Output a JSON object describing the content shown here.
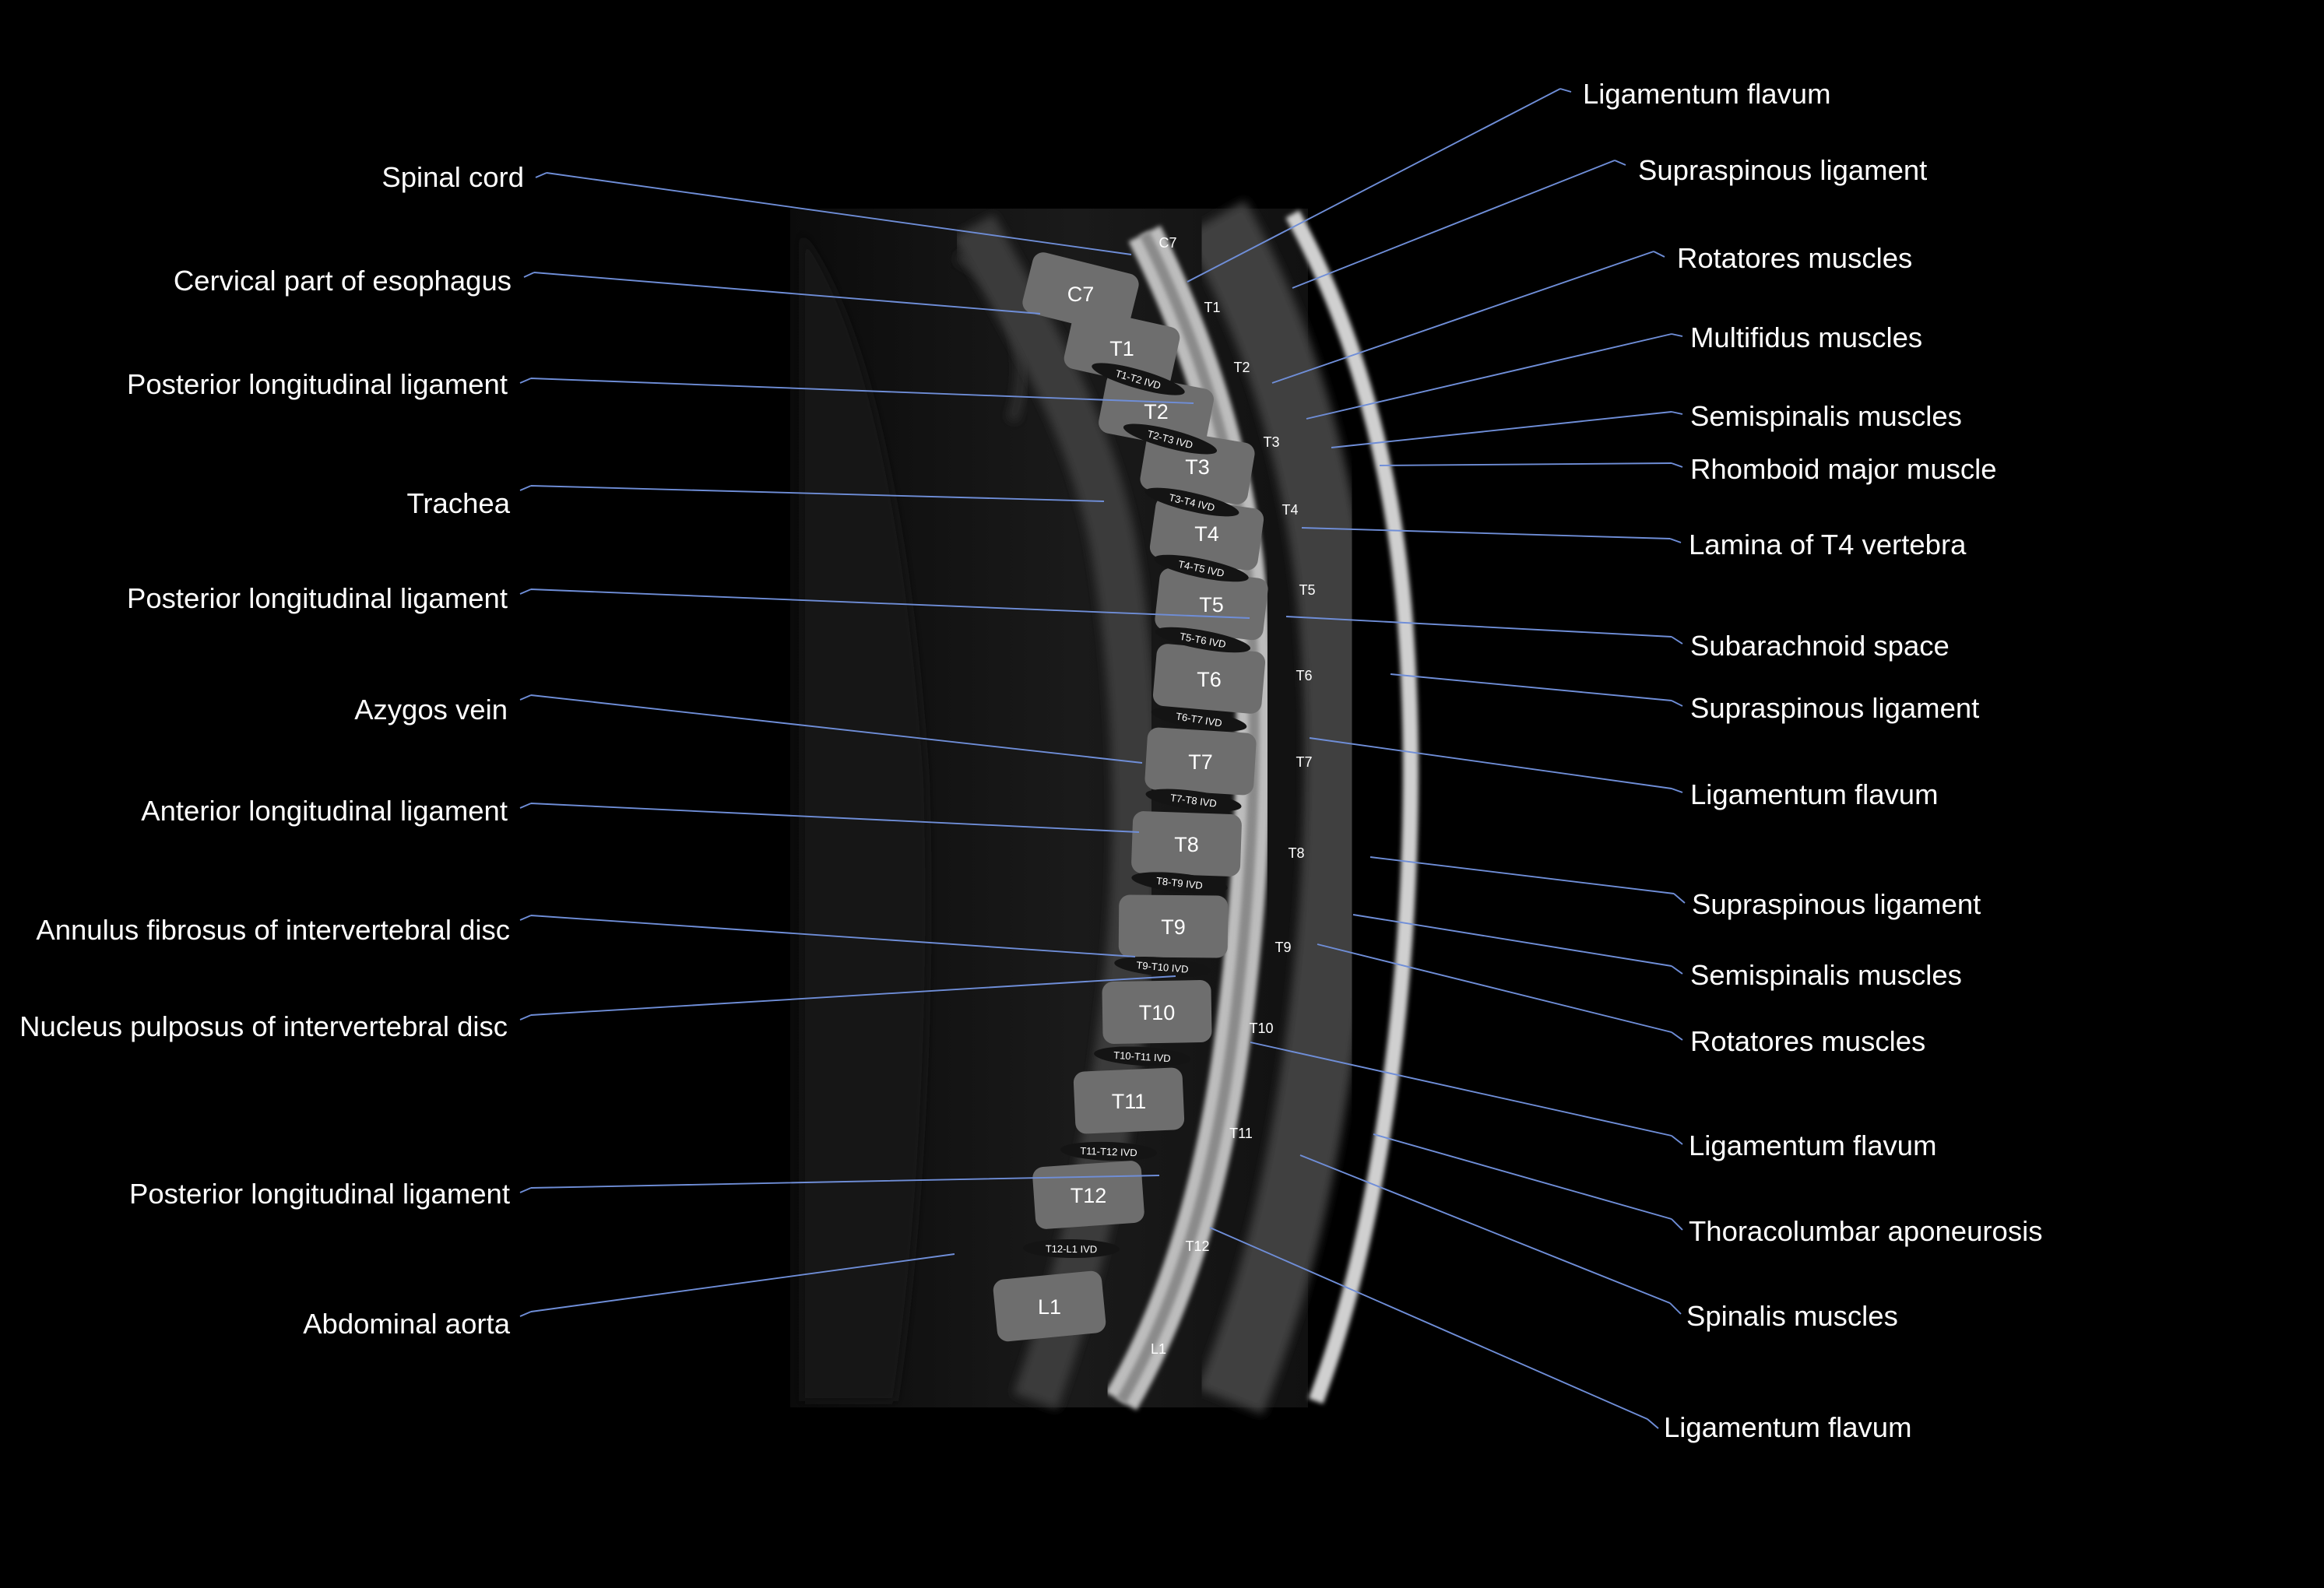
{
  "left_labels": [
    "Spinal cord",
    "Cervical part of esophagus",
    "Posterior longitudinal ligament",
    "Trachea",
    "Posterior longitudinal ligament",
    "Azygos vein",
    "Anterior longitudinal ligament",
    "Annulus fibrosus of intervertebral disc",
    "Nucleus pulposus of intervertebral disc",
    "Posterior longitudinal ligament",
    "Abdominal aorta"
  ],
  "right_labels": [
    "Ligamentum flavum",
    "Supraspinous ligament",
    "Rotatores muscles",
    "Multifidus muscles",
    "Semispinalis muscles",
    "Rhomboid major muscle",
    "Lamina of T4 vertebra",
    "Subarachnoid space",
    "Supraspinous ligament",
    "Ligamentum flavum",
    "Supraspinous ligament",
    "Semispinalis muscles",
    "Rotatores muscles",
    "Ligamentum flavum",
    "Thoracolumbar aponeurosis",
    "Spinalis muscles",
    "Ligamentum flavum"
  ],
  "vertebral_bodies": [
    "C7",
    "T1",
    "T2",
    "T3",
    "T4",
    "T5",
    "T6",
    "T7",
    "T8",
    "T9",
    "T10",
    "T11",
    "T12",
    "L1"
  ],
  "disc_labels": [
    "T1-T2 IVD",
    "T2-T3 IVD",
    "T3-T4 IVD",
    "T4-T5 IVD",
    "T5-T6 IVD",
    "T6-T7 IVD",
    "T7-T8 IVD",
    "T8-T9 IVD",
    "T9-T10 IVD",
    "T10-T11 IVD",
    "T11-T12 IVD",
    "T12-L1 IVD"
  ],
  "spinous_processes": [
    "C7",
    "T1",
    "T2",
    "T3",
    "T4",
    "T5",
    "T6",
    "T7",
    "T8",
    "T9",
    "T10",
    "T11",
    "T12",
    "L1"
  ],
  "colors": {
    "background": "#000000",
    "leader_line": "#6f8ed8",
    "label_text": "#ffffff"
  }
}
